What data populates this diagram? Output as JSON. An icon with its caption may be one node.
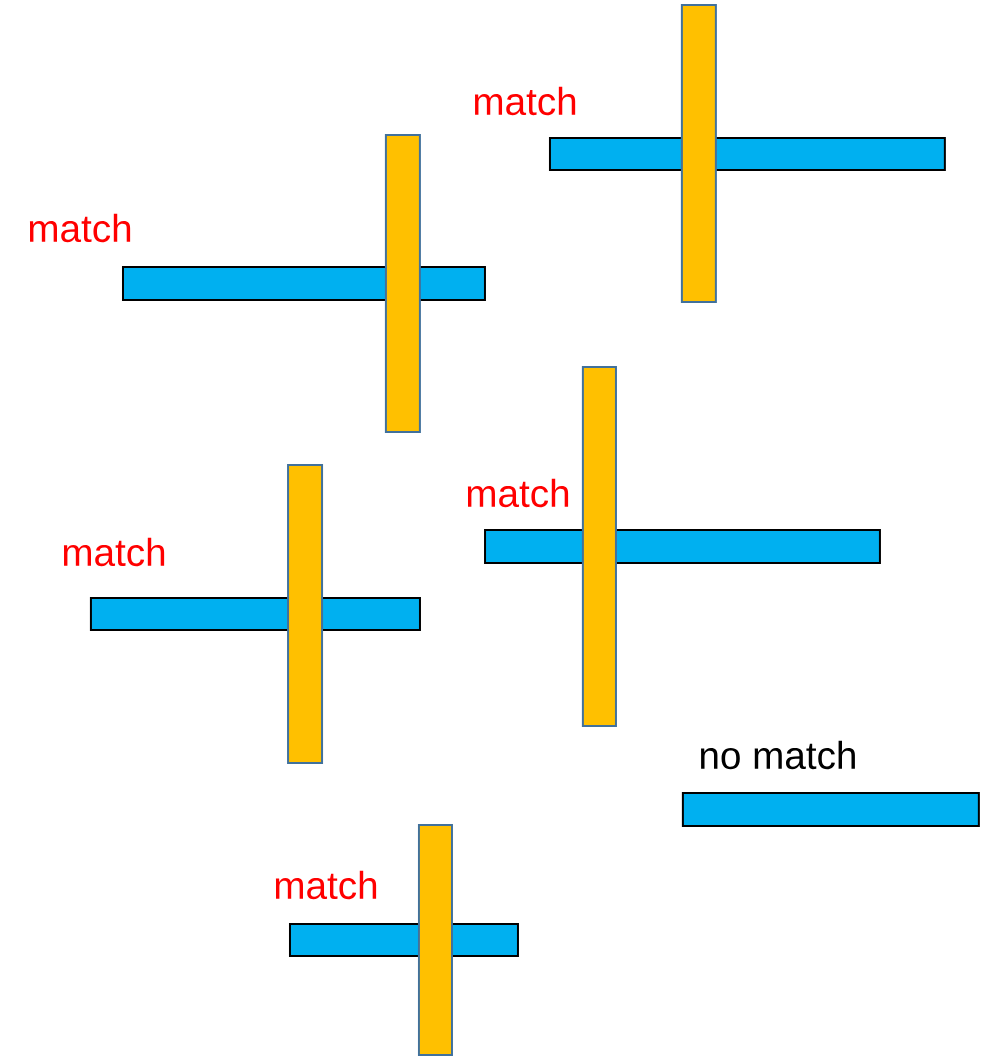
{
  "diagram": {
    "nodes": [
      {
        "text": [],
        "shape": "bar"
      },
      {
        "text": [],
        "shape": "bar"
      },
      {
        "text": [],
        "shape": "bar"
      },
      {
        "text": [],
        "shape": "bar"
      },
      {
        "text": [],
        "shape": "bar"
      },
      {
        "text": [],
        "shape": "bar"
      },
      {
        "text": [],
        "shape": "bar"
      },
      {
        "text": [],
        "shape": "bar"
      },
      {
        "text": [],
        "shape": "bar"
      },
      {
        "text": [],
        "shape": "bar"
      },
      {
        "text": [],
        "shape": "bar"
      }
    ],
    "labels": [
      "match",
      "match",
      "match",
      "match",
      "no match",
      "match"
    ]
  }
}
